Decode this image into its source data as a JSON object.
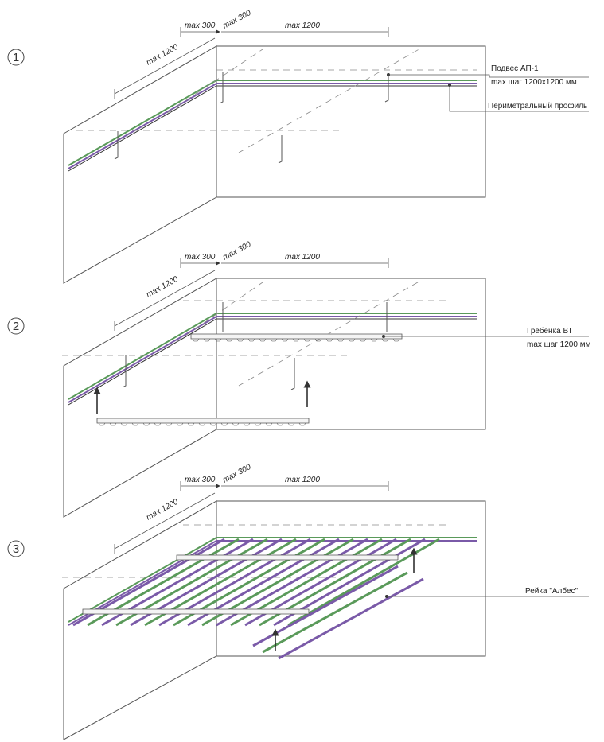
{
  "steps": [
    {
      "number": "1",
      "dims": {
        "a": "max 300",
        "b": "max 300",
        "c": "max 1200",
        "d": "max 1200"
      },
      "callouts": [
        {
          "line1": "Подвес АП-1",
          "line2": "max шаг 1200x1200 мм"
        },
        {
          "line1": "Периметральный профиль"
        }
      ]
    },
    {
      "number": "2",
      "dims": {
        "a": "max 300",
        "b": "max 300",
        "c": "max 1200",
        "d": "max 1200"
      },
      "callouts": [
        {
          "line1": "Гребенка ВТ",
          "line2": "max шаг 1200 мм"
        }
      ]
    },
    {
      "number": "3",
      "dims": {
        "a": "max 300",
        "b": "max 300",
        "c": "max 1200",
        "d": "max 1200"
      },
      "callouts": [
        {
          "line1": "Рейка \"Албес\""
        }
      ]
    }
  ],
  "colors": {
    "line": "#555555",
    "rail_a": "#7a5aa8",
    "rail_b": "#5a9a5a",
    "dash": "#8a8a8a"
  }
}
